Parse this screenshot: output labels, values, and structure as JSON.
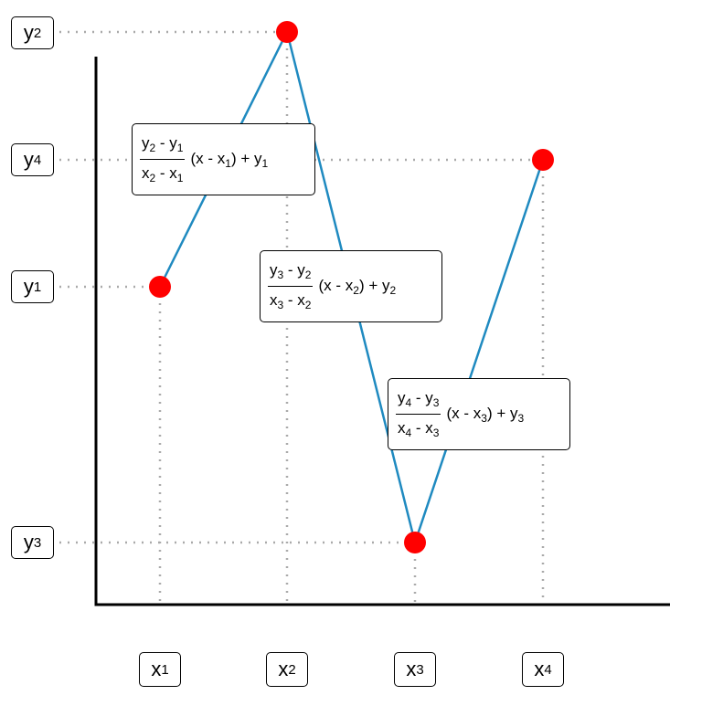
{
  "diagram": {
    "line_color": "#1f8ac0",
    "point_color": "#ff0000",
    "guide_color": "#aaaaaa",
    "axis_color": "#000000",
    "y_labels": [
      {
        "base": "y",
        "sub": "2"
      },
      {
        "base": "y",
        "sub": "4"
      },
      {
        "base": "y",
        "sub": "1"
      },
      {
        "base": "y",
        "sub": "3"
      }
    ],
    "x_labels": [
      {
        "base": "x",
        "sub": "1"
      },
      {
        "base": "x",
        "sub": "2"
      },
      {
        "base": "x",
        "sub": "3"
      },
      {
        "base": "x",
        "sub": "4"
      }
    ],
    "equations": [
      {
        "num": {
          "a": "y",
          "as": "2",
          "op": " - ",
          "b": "y",
          "bs": "1"
        },
        "den": {
          "a": "x",
          "as": "2",
          "op": " - ",
          "b": "x",
          "bs": "1"
        },
        "rest": {
          "pre": "(x - x",
          "xs": "1",
          "mid": ") + y",
          "ys": "1"
        }
      },
      {
        "num": {
          "a": "y",
          "as": "3",
          "op": " - ",
          "b": "y",
          "bs": "2"
        },
        "den": {
          "a": "x",
          "as": "3",
          "op": " - ",
          "b": "x",
          "bs": "2"
        },
        "rest": {
          "pre": "(x - x",
          "xs": "2",
          "mid": ") + y",
          "ys": "2"
        }
      },
      {
        "num": {
          "a": "y",
          "as": "4",
          "op": " - ",
          "b": "y",
          "bs": "3"
        },
        "den": {
          "a": "x",
          "as": "4",
          "op": " - ",
          "b": "x",
          "bs": "3"
        },
        "rest": {
          "pre": "(x - x",
          "xs": "3",
          "mid": ") + y",
          "ys": "3"
        }
      }
    ]
  }
}
